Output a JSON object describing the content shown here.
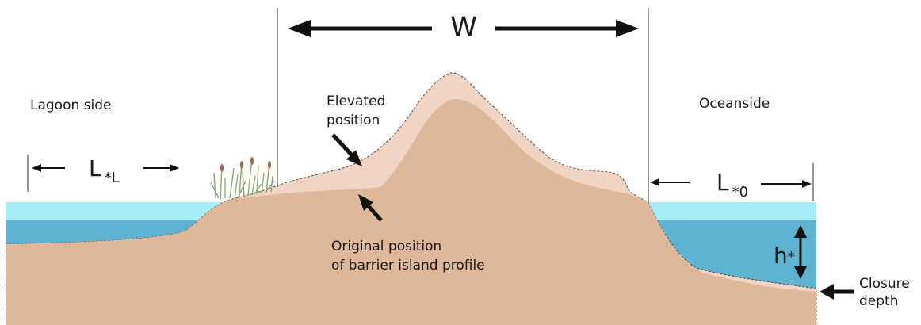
{
  "labels": {
    "width": "W",
    "lagoon_side": "Lagoon side",
    "oceanside": "Oceanside",
    "elevated_line1": "Elevated",
    "elevated_line2": "position",
    "original_line1": "Original position",
    "original_line2": "of barrier island profile",
    "closure_line1": "Closure",
    "closure_line2": "depth",
    "l_lagoon_main": "L",
    "l_lagoon_sub": "*L",
    "l_ocean_main": "L",
    "l_ocean_sub": "*0",
    "h_main": "h",
    "h_sub": "*"
  },
  "colors": {
    "water_surface": "#a6edf7",
    "water_deep": "#5fb3d0",
    "sediment": "#dfb89c",
    "elevated_sediment": "#f1d5c4",
    "arrow": "#111111",
    "vegetation": "#8fa86e"
  }
}
